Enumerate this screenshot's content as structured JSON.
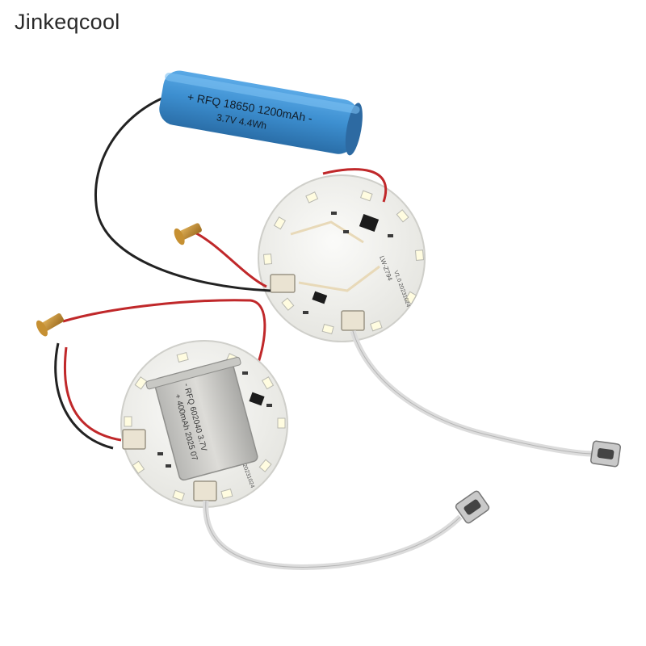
{
  "watermark": {
    "text": "Jinkeqcool"
  },
  "battery_cylinder": {
    "line1": "+ RFQ 18650 1200mAh -",
    "line2": "3.7V 4.4Wh",
    "color": "#3d8fd0"
  },
  "battery_pouch": {
    "line1": "- RFQ 602040 3.7V",
    "line2": "+ 400mAh 2025 07"
  },
  "pcb_a": {
    "model": "LW-Z794",
    "date": "V1.0 20231024"
  },
  "pcb_b": {
    "date": "V1.0 20231024"
  },
  "colors": {
    "pcb": "#f1f1ee",
    "wire_red": "#c0282a",
    "wire_black": "#222222",
    "cable": "#dcdcdc"
  }
}
